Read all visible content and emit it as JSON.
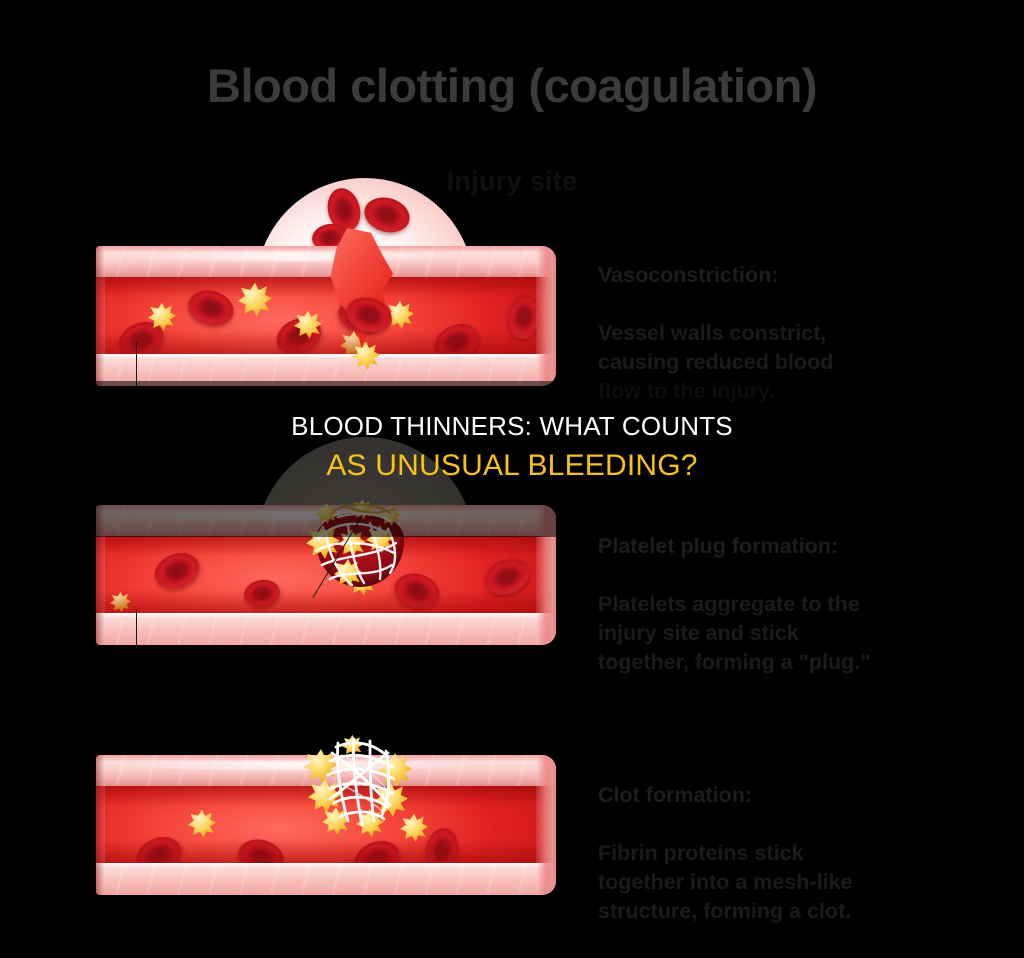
{
  "diagram": {
    "title": "Blood clotting (coagulation)",
    "injury_label": "Injury site",
    "title_color": "#3b3b3b",
    "background_color": "#000000"
  },
  "overlay_caption": {
    "line1": "BLOOD THINNERS: WHAT COUNTS",
    "line2": "AS UNUSUAL BLEEDING?",
    "line1_color": "#ffffff",
    "line2_color": "#f7c117"
  },
  "steps": [
    {
      "index": 1,
      "heading": "Vasoconstriction:",
      "body": "Vessel walls constrict,\ncausing reduced blood\nflow to the injury.",
      "stage_name": "vasoconstriction",
      "features": "torn vessel wall, blood escaping into bleeding dome, free red blood cells and platelets in lumen"
    },
    {
      "index": 2,
      "heading": "Platelet plug formation:",
      "body": "Platelets aggregate to the\ninjury site and stick\ntogether, forming a \"plug.\"",
      "stage_name": "platelet-plug-formation",
      "features": "platelets aggregated at injury into a plug with early fibrin strands"
    },
    {
      "index": 3,
      "heading": "Clot formation:",
      "body": "Fibrin proteins stick\ntogether into a mesh-like\nstructure, forming a clot.",
      "stage_name": "clot-formation",
      "features": "dense white fibrin mesh clot sealing the vessel wall, intact vessel"
    }
  ],
  "legend_colors": {
    "red_blood_cell": "#b5121c",
    "platelet": "#f0b21f",
    "vessel_wall": "#f8c9c6",
    "lumen_blood": "#e8251c",
    "fibrin": "#ffffff",
    "bleeding_plasma": "#fff4f3"
  }
}
